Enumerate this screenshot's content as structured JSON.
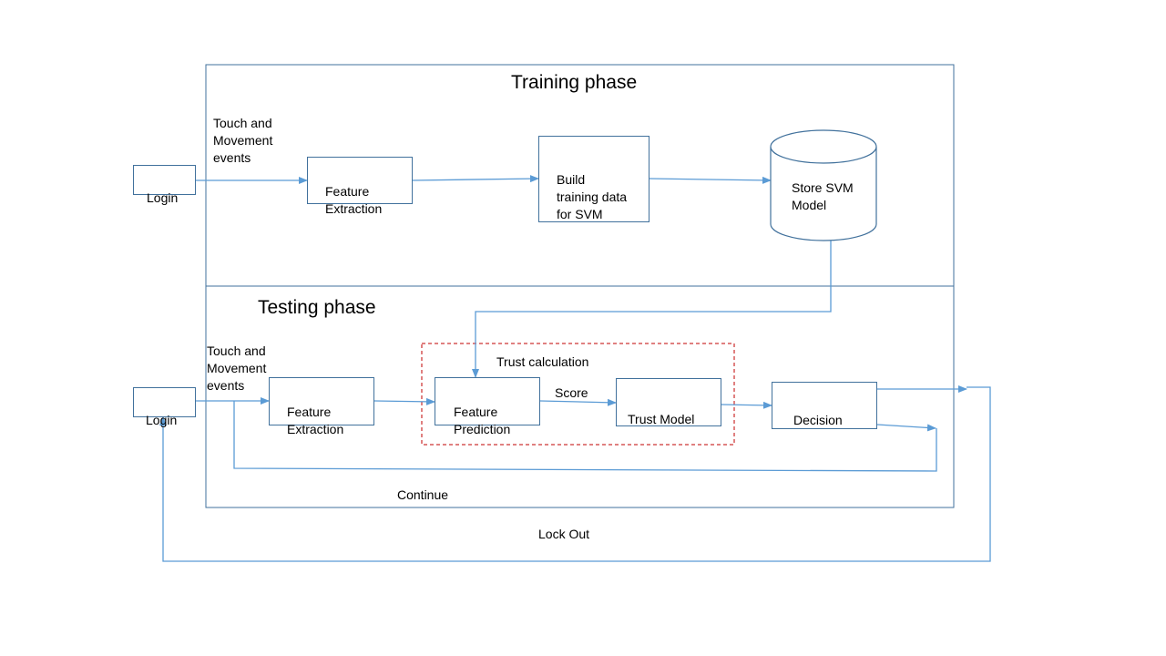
{
  "colors": {
    "stroke": "#41719C",
    "arrow": "#5B9BD5",
    "trust_border": "#C00000"
  },
  "training": {
    "title": "Training phase",
    "input_label": "Touch and\nMovement\nevents",
    "login": "Login",
    "feature_extraction": "Feature\nExtraction",
    "build": "Build\ntraining data\nfor SVM",
    "store": "Store SVM\nModel"
  },
  "testing": {
    "title": "Testing phase",
    "input_label": "Touch and\nMovement\nevents",
    "login": "Login",
    "feature_extraction": "Feature\nExtraction",
    "trust_calc": "Trust calculation",
    "feature_prediction": "Feature\nPrediction",
    "score": "Score",
    "trust_model": "Trust Model",
    "decision": "Decision",
    "continue": "Continue",
    "lockout": "Lock Out"
  }
}
